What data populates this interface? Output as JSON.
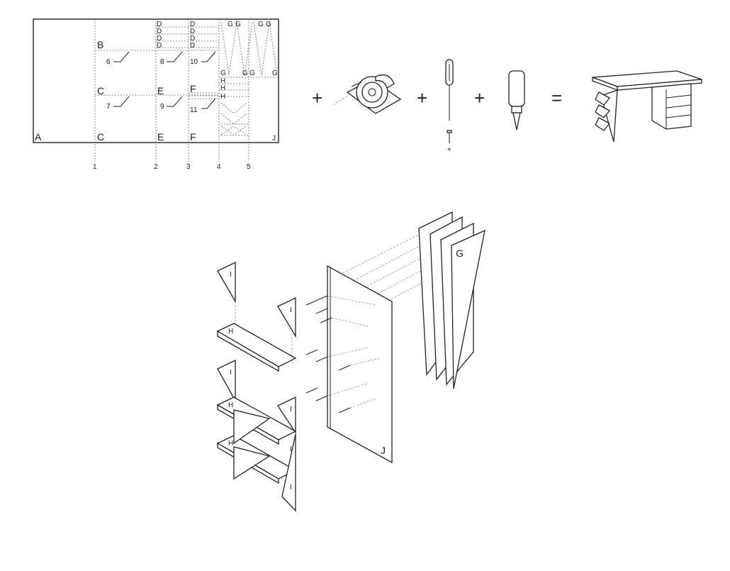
{
  "cut_plan": {
    "labels": {
      "A": "A",
      "B": "B",
      "C": "C",
      "D": "D",
      "E": "E",
      "F": "F",
      "G": "G",
      "H": "H",
      "J": "J"
    },
    "cut_numbers": [
      "1",
      "2",
      "3",
      "4",
      "5"
    ],
    "step_numbers": [
      "6",
      "7",
      "8",
      "9",
      "10",
      "11"
    ]
  },
  "equation": {
    "plus": "+",
    "equals": "=",
    "items": [
      "circular-saw-icon",
      "screwdriver-icon",
      "glue-bottle-icon",
      "desk-icon"
    ]
  },
  "assembly": {
    "shelf_label": "H",
    "bracket_label": "I",
    "back_panel_label": "J",
    "leg_label": "G"
  }
}
